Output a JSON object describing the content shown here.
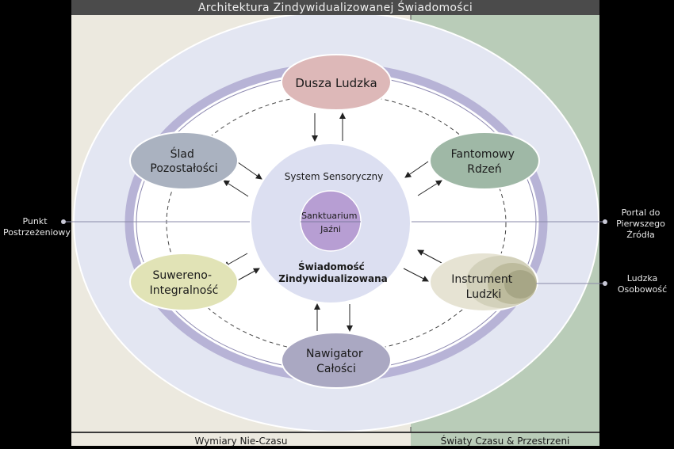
{
  "title": "Architektura Zindywidualizowanej Świadomości",
  "nodes": {
    "dusza": "Dusza Ludzka",
    "slad": [
      "Ślad",
      "Pozostałości"
    ],
    "fantomowy": [
      "Fantomowy",
      "Rdzeń"
    ],
    "suwereno": [
      "Suwereno-",
      "Integralność"
    ],
    "instrument": [
      "Instrument",
      "Ludzki"
    ],
    "nawigator": [
      "Nawigator",
      "Całości"
    ]
  },
  "center": {
    "system": "System Sensoryczny",
    "sanktuarium": [
      "Sanktuarium",
      "Jaźni"
    ],
    "swiadomosc": [
      "Świadomość",
      "Zindywidualizowana"
    ]
  },
  "side_labels": {
    "punkt": [
      "Punkt",
      "Postrzeżeniowy"
    ],
    "portal": [
      "Portal do",
      "Pierwszego",
      "Źródła"
    ],
    "ludzka": [
      "Ludzka",
      "Osobowość"
    ]
  },
  "footer": {
    "left": "Wymiary Nie-Czasu",
    "right": "Światy Czasu & Przestrzeni"
  },
  "colors": {
    "left_bg": "#ece9df",
    "right_bg": "#b9ccb8",
    "dusza": "#ddb8b8",
    "slad": "#aab2c0",
    "fantomowy": "#9fb8a6",
    "suwereno": "#e1e3b6",
    "instrument": "#e6e3d3",
    "nawigator": "#aaa8c2",
    "center": "#dcdff1",
    "sanktuarium": "#b79ed3",
    "ring": "#b5b1d4"
  }
}
